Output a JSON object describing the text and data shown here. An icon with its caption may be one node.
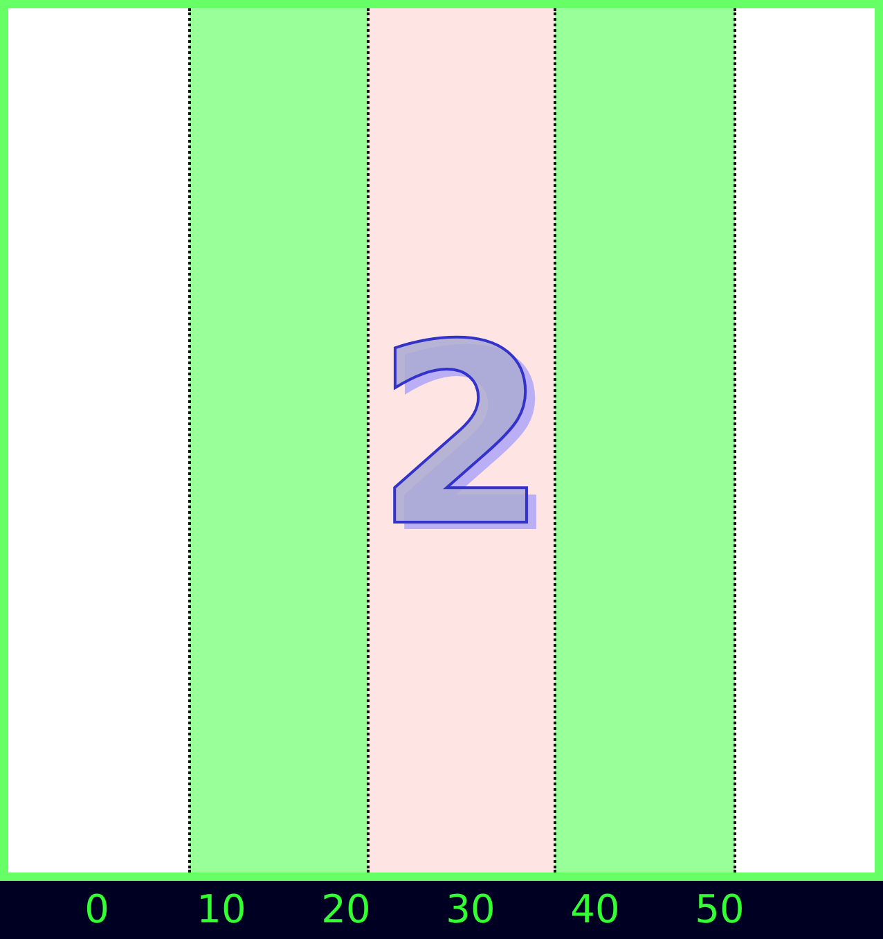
{
  "diagram": {
    "nodes": [
      {
        "text": [],
        "shape": "bar"
      },
      {
        "text": [
          "2"
        ]
      },
      {
        "text": [],
        "shape": "bar"
      }
    ],
    "labels": [
      "0",
      "10",
      "20",
      "30",
      "40",
      "50"
    ]
  }
}
